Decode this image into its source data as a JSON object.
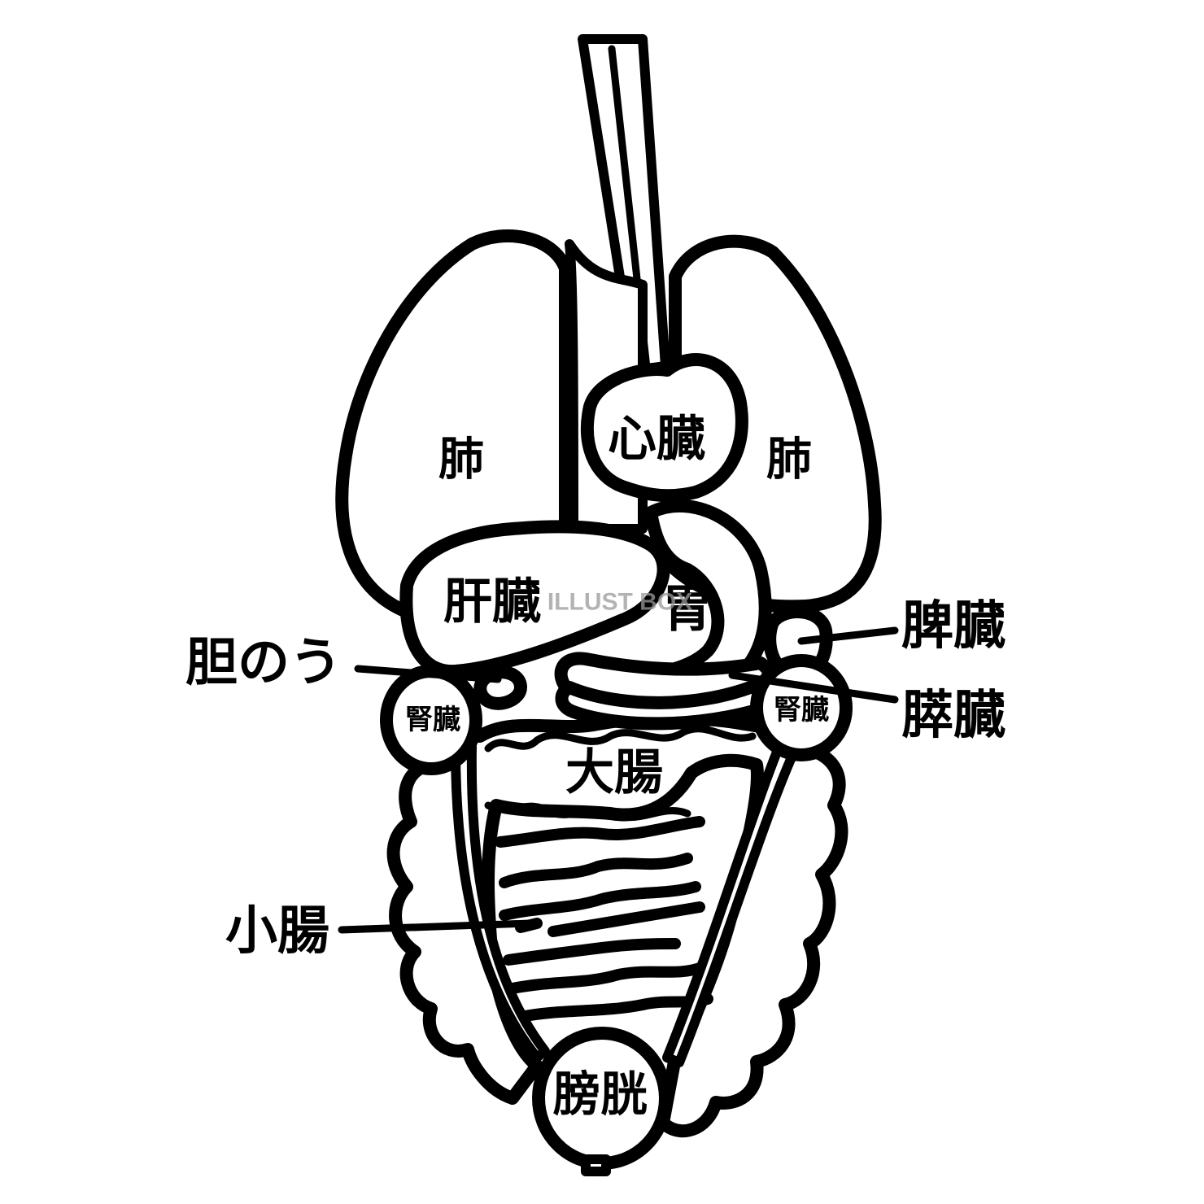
{
  "diagram": {
    "labels": {
      "lung_left": "肺",
      "lung_right": "肺",
      "heart": "心臓",
      "liver": "肝臓",
      "stomach": "胃",
      "spleen": "脾臓",
      "gallbladder": "胆のう",
      "pancreas": "膵臓",
      "kidney_left": "腎臓",
      "kidney_right": "腎臓",
      "large_intestine": "大腸",
      "small_intestine": "小腸",
      "bladder": "膀胱"
    },
    "watermark": "ILLUST BOX"
  },
  "colors": {
    "outline": "#000000",
    "fill": "#ffffff",
    "watermark": "#9a9a9a"
  }
}
